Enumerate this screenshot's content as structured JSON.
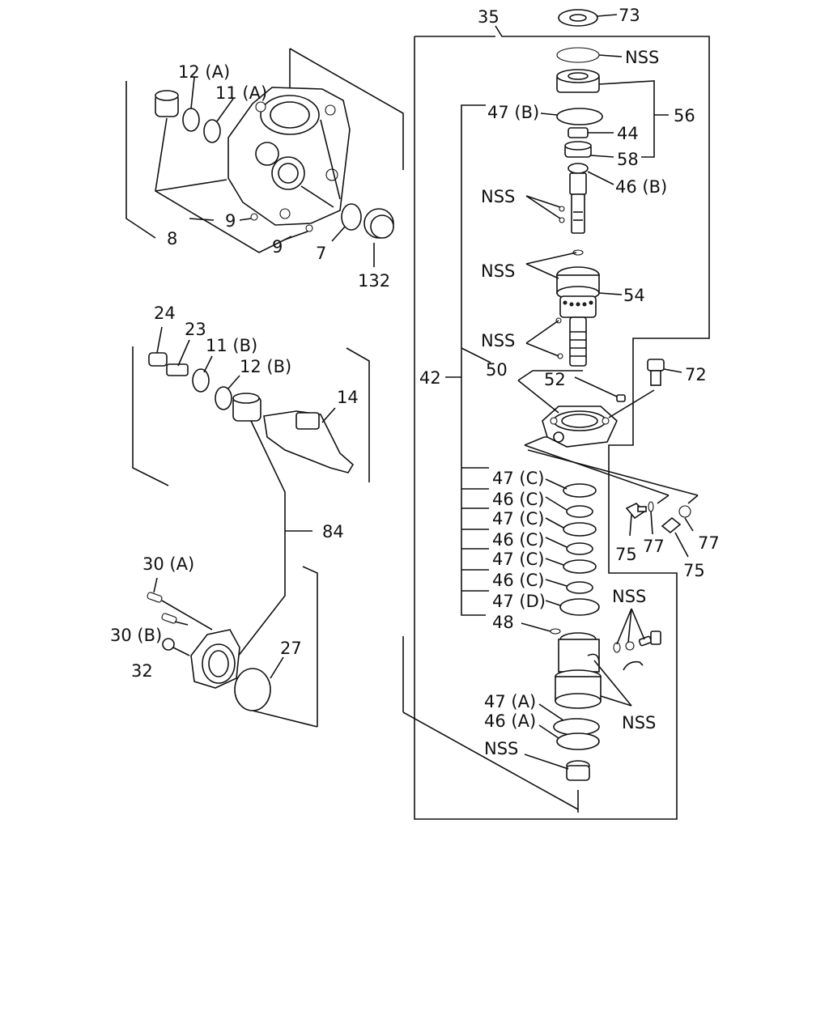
{
  "labels": {
    "l35": "35",
    "l73": "73",
    "nss_top": "NSS",
    "l56": "56",
    "l47b": "47 (B)",
    "l44": "44",
    "l58": "58",
    "l46b": "46 (B)",
    "nss_a": "NSS",
    "nss_b": "NSS",
    "l54": "54",
    "nss_c": "NSS",
    "l42": "42",
    "l50": "50",
    "l52": "52",
    "l72": "72",
    "l47c_1": "47 (C)",
    "l46c_1": "46 (C)",
    "l47c_2": "47 (C)",
    "l46c_2": "46 (C)",
    "l47c_3": "47 (C)",
    "l46c_3": "46 (C)",
    "l47d": "47 (D)",
    "l48": "48",
    "l75a": "75",
    "l77a": "77",
    "l77b": "77",
    "l75b": "75",
    "nss_d": "NSS",
    "nss_e": "NSS",
    "l47a": "47 (A)",
    "l46a": "46 (A)",
    "nss_f": "NSS",
    "l12a": "12 (A)",
    "l11a": "11 (A)",
    "l9a": "9",
    "l8": "8",
    "l9b": "9",
    "l7": "7",
    "l132": "132",
    "l24": "24",
    "l23": "23",
    "l11b": "11 (B)",
    "l12b": "12 (B)",
    "l14": "14",
    "l84": "84",
    "l30a": "30 (A)",
    "l30b": "30 (B)",
    "l32": "32",
    "l27": "27"
  }
}
